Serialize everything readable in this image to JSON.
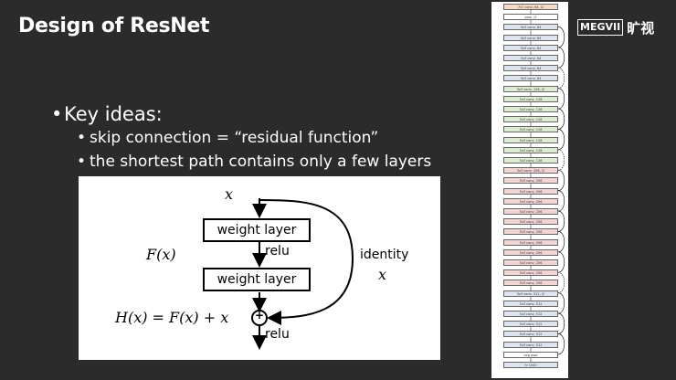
{
  "slide": {
    "title": "Design of ResNet",
    "logo_text": "MEGVII",
    "logo_cn": "旷视",
    "bullet_main": "Key ideas:",
    "sub_bullets": [
      "skip connection =   “residual function”",
      "the shortest path contains only a few layers"
    ]
  },
  "diagram": {
    "input_label": "x",
    "weight_layer_1": "weight layer",
    "weight_layer_2": "weight layer",
    "relu_mid": "relu",
    "relu_out": "relu",
    "fx_label": "F(x)",
    "identity_label": "identity",
    "identity_x": "x",
    "output_eq": "H(x) = F(x) + x",
    "plus_symbol": "+"
  },
  "network": {
    "layers": [
      {
        "label": "7x7 conv, 64, /2",
        "color": "#f6dcc8"
      },
      {
        "label": "pool, /2",
        "color": "#ffffff"
      },
      {
        "label": "3x3 conv, 64",
        "color": "#dde4f0"
      },
      {
        "label": "3x3 conv, 64",
        "color": "#dde4f0"
      },
      {
        "label": "3x3 conv, 64",
        "color": "#dde4f0"
      },
      {
        "label": "3x3 conv, 64",
        "color": "#dde4f0"
      },
      {
        "label": "3x3 conv, 64",
        "color": "#dde4f0"
      },
      {
        "label": "3x3 conv, 64",
        "color": "#dde4f0"
      },
      {
        "label": "3x3 conv, 128, /2",
        "color": "#dfecd4"
      },
      {
        "label": "3x3 conv, 128",
        "color": "#dfecd4"
      },
      {
        "label": "3x3 conv, 128",
        "color": "#dfecd4"
      },
      {
        "label": "3x3 conv, 128",
        "color": "#dfecd4"
      },
      {
        "label": "3x3 conv, 128",
        "color": "#dfecd4"
      },
      {
        "label": "3x3 conv, 128",
        "color": "#dfecd4"
      },
      {
        "label": "3x3 conv, 128",
        "color": "#dfecd4"
      },
      {
        "label": "3x3 conv, 128",
        "color": "#dfecd4"
      },
      {
        "label": "3x3 conv, 256, /2",
        "color": "#f2d6d6"
      },
      {
        "label": "3x3 conv, 256",
        "color": "#f2d6d6"
      },
      {
        "label": "3x3 conv, 256",
        "color": "#f2d6d6"
      },
      {
        "label": "3x3 conv, 256",
        "color": "#f2d6d6"
      },
      {
        "label": "3x3 conv, 256",
        "color": "#f2d6d6"
      },
      {
        "label": "3x3 conv, 256",
        "color": "#f2d6d6"
      },
      {
        "label": "3x3 conv, 256",
        "color": "#f2d6d6"
      },
      {
        "label": "3x3 conv, 256",
        "color": "#f2d6d6"
      },
      {
        "label": "3x3 conv, 256",
        "color": "#f2d6d6"
      },
      {
        "label": "3x3 conv, 256",
        "color": "#f2d6d6"
      },
      {
        "label": "3x3 conv, 256",
        "color": "#f2d6d6"
      },
      {
        "label": "3x3 conv, 256",
        "color": "#f2d6d6"
      },
      {
        "label": "3x3 conv, 512, /2",
        "color": "#dde4f0"
      },
      {
        "label": "3x3 conv, 512",
        "color": "#dde4f0"
      },
      {
        "label": "3x3 conv, 512",
        "color": "#dde4f0"
      },
      {
        "label": "3x3 conv, 512",
        "color": "#dde4f0"
      },
      {
        "label": "3x3 conv, 512",
        "color": "#dde4f0"
      },
      {
        "label": "3x3 conv, 512",
        "color": "#dde4f0"
      },
      {
        "label": "avg pool",
        "color": "#ffffff"
      },
      {
        "label": "fc 1000",
        "color": "#dde4f0"
      }
    ]
  }
}
